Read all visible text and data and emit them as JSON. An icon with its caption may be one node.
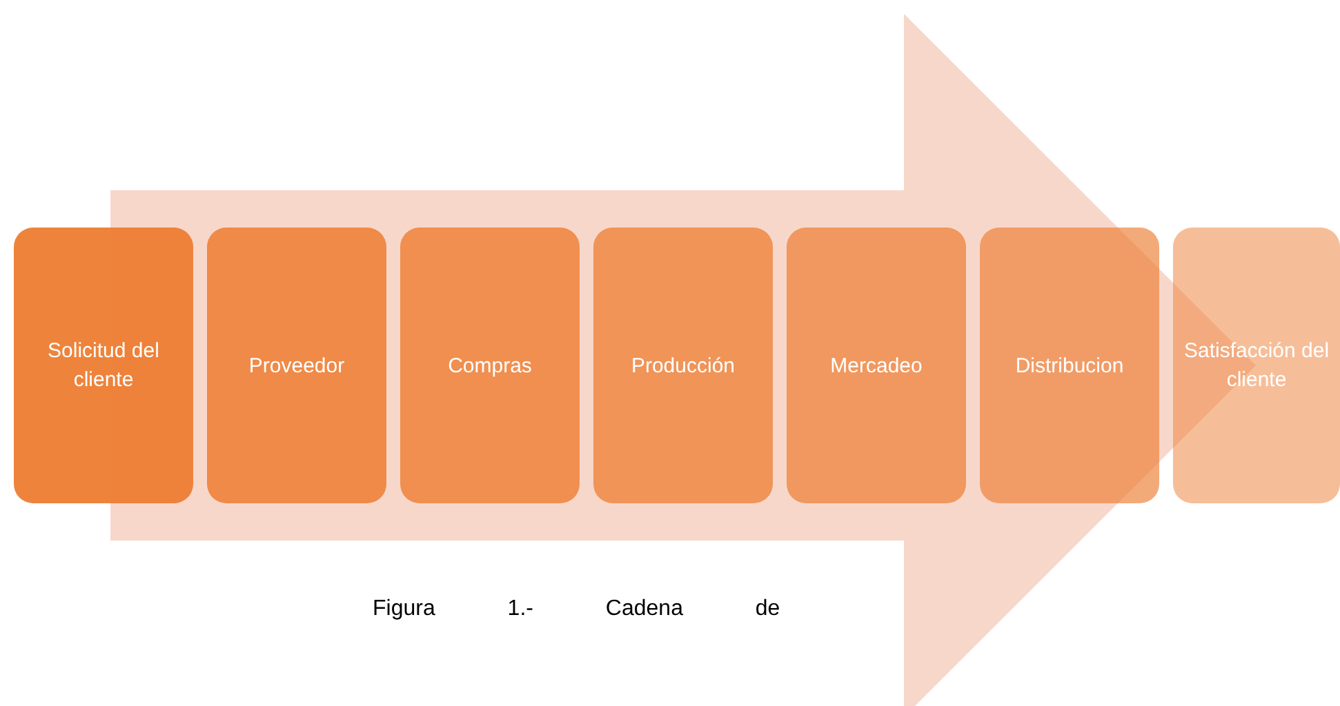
{
  "diagram": {
    "caption": "Figura 1.- Cadena de",
    "nodes": [
      {
        "text": [
          "Solicitud del cliente"
        ]
      },
      {
        "text": [
          "Proveedor"
        ]
      },
      {
        "text": [
          "Compras"
        ]
      },
      {
        "text": [
          "Producción"
        ]
      },
      {
        "text": [
          "Mercadeo"
        ]
      },
      {
        "text": [
          "Distribucion"
        ]
      },
      {
        "text": [
          "Satisfacción del cliente"
        ]
      }
    ],
    "edges": [
      {
        "from": 0,
        "to": 6,
        "arrow": "to"
      }
    ]
  }
}
